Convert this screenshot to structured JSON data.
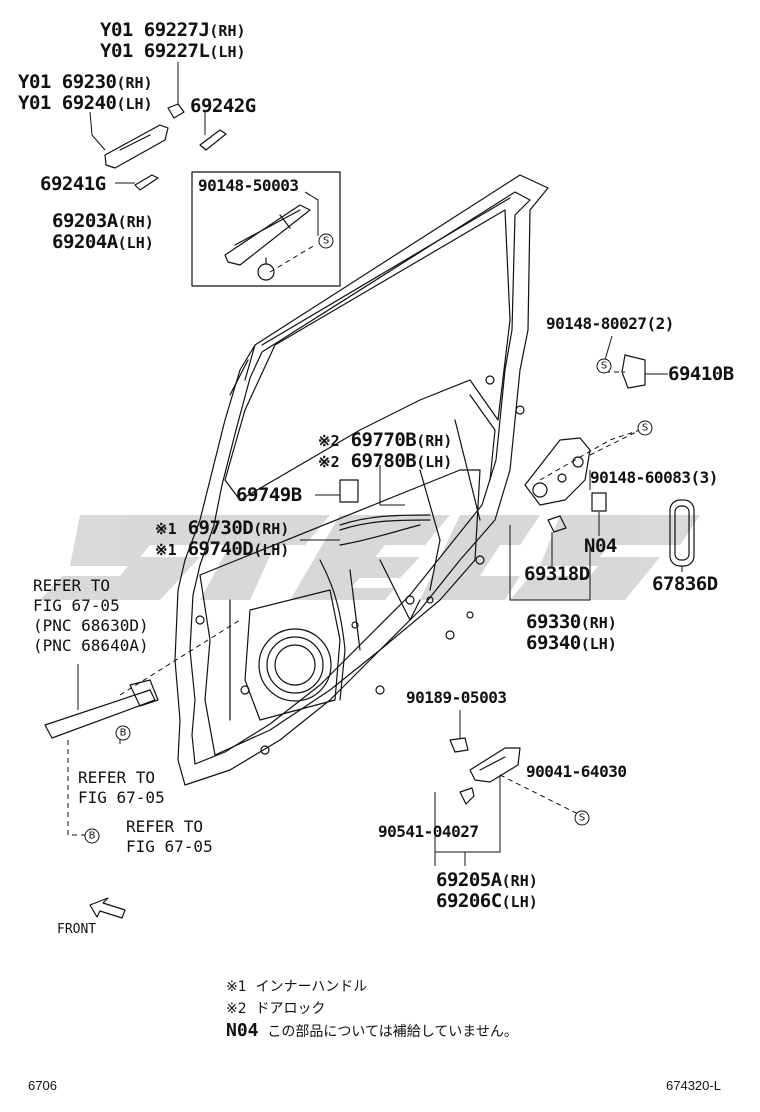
{
  "parts": {
    "p69227": {
      "line1": "Y01 69227J",
      "side1": "(RH)",
      "line2": "Y01 69227L",
      "side2": "(LH)"
    },
    "p69230": {
      "line1": "Y01 69230",
      "side1": "(RH)",
      "line2": "Y01 69240",
      "side2": "(LH)"
    },
    "p69242G": "69242G",
    "p69241G": "69241G",
    "p90148_50003": "90148-50003",
    "p69203A": {
      "line1": "69203A",
      "side1": "(RH)",
      "line2": "69204A",
      "side2": "(LH)"
    },
    "p90148_80027": "90148-80027(2)",
    "p69410B": "69410B",
    "p69770B": {
      "mark1": "※2",
      "line1": "69770B",
      "side1": "(RH)",
      "mark2": "※2",
      "line2": "69780B",
      "side2": "(LH)"
    },
    "p90148_60083": "90148-60083(3)",
    "p69749B": "69749B",
    "p69730D": {
      "mark1": "※1",
      "line1": "69730D",
      "side1": "(RH)",
      "mark2": "※1",
      "line2": "69740D",
      "side2": "(LH)"
    },
    "pN04": "N04",
    "p69318D": "69318D",
    "p67836D": "67836D",
    "p69330": {
      "line1": "69330",
      "side1": "(RH)",
      "line2": "69340",
      "side2": "(LH)"
    },
    "p90189_05003": "90189-05003",
    "p90041_64030": "90041-64030",
    "p90541_04027": "90541-04027",
    "p69205A": {
      "line1": "69205A",
      "side1": "(RH)",
      "line2": "69206C",
      "side2": "(LH)"
    }
  },
  "refs": {
    "refer_block": [
      "REFER TO",
      "FIG 67-05",
      "(PNC 68630D)",
      "(PNC 68640A)"
    ],
    "refer_b1": [
      "REFER TO",
      "FIG 67-05"
    ],
    "refer_b2": [
      "REFER TO",
      "FIG 67-05"
    ]
  },
  "callouts": {
    "s": "S",
    "b": "B"
  },
  "front_label": "FRONT",
  "notes": [
    {
      "mark": "※1",
      "text": "インナーハンドル"
    },
    {
      "mark": "※2",
      "text": "ドアロック"
    },
    {
      "mark": "N04",
      "text": "この部品については補給していません。"
    }
  ],
  "footer": {
    "left": "6706",
    "right": "674320-L"
  }
}
